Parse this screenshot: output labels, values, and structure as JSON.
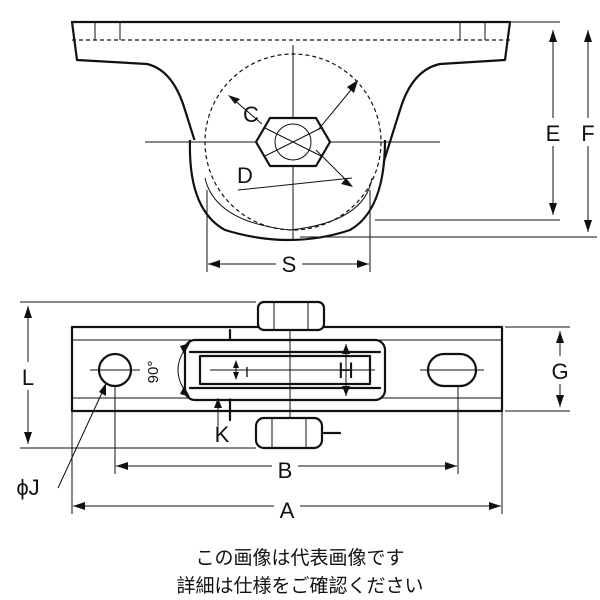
{
  "labels": {
    "C": "C",
    "D": "D",
    "E": "E",
    "F": "F",
    "S": "S",
    "L": "L",
    "G": "G",
    "H": "H",
    "I": "I",
    "K": "K",
    "angle": "90°",
    "phiJ": "ϕJ",
    "B": "B",
    "A": "A"
  },
  "caption": {
    "line1": "この画像は代表画像です",
    "line2": "詳細は仕様をご確認ください"
  }
}
